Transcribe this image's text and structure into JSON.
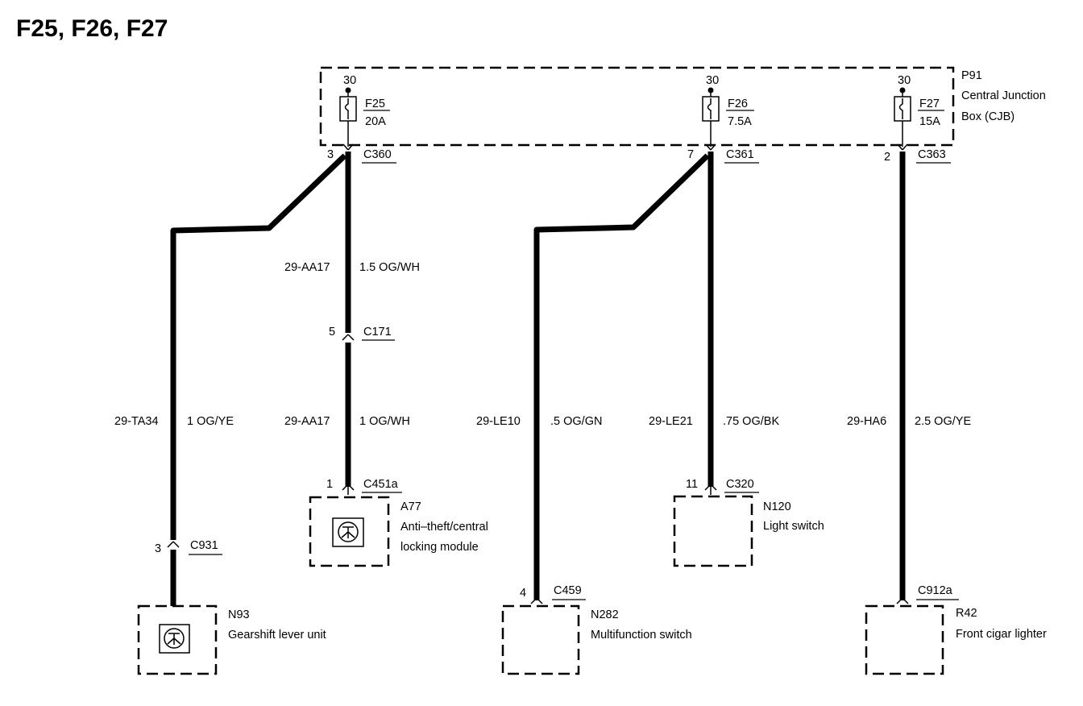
{
  "title": "F25, F26, F27",
  "cjb": {
    "id": "P91",
    "name_line1": "Central Junction",
    "name_line2": "Box (CJB)"
  },
  "fuses": [
    {
      "terminal": "30",
      "id": "F25",
      "rating": "20A",
      "out_pin": "3",
      "out_connector": "C360"
    },
    {
      "terminal": "30",
      "id": "F26",
      "rating": "7.5A",
      "out_pin": "7",
      "out_connector": "C361"
    },
    {
      "terminal": "30",
      "id": "F27",
      "rating": "15A",
      "out_pin": "2",
      "out_connector": "C363"
    }
  ],
  "wires": [
    {
      "circuit": "29-AA17",
      "spec": "1.5 OG/WH"
    },
    {
      "circuit": "29-TA34",
      "spec": "1 OG/YE"
    },
    {
      "circuit": "29-AA17",
      "spec": "1 OG/WH"
    },
    {
      "circuit": "29-LE10",
      "spec": ".5 OG/GN"
    },
    {
      "circuit": "29-LE21",
      "spec": ".75 OG/BK"
    },
    {
      "circuit": "29-HA6",
      "spec": "2.5 OG/YE"
    }
  ],
  "connectors": [
    {
      "pin": "5",
      "id": "C171"
    },
    {
      "pin": "1",
      "id": "C451a"
    },
    {
      "pin": "11",
      "id": "C320"
    },
    {
      "pin": "3",
      "id": "C931"
    },
    {
      "pin": "4",
      "id": "C459"
    },
    {
      "pin": "",
      "id": "C912a"
    }
  ],
  "components": [
    {
      "id": "A77",
      "line1": "Anti–theft/central",
      "line2": "locking module"
    },
    {
      "id": "N120",
      "line1": "Light switch",
      "line2": ""
    },
    {
      "id": "N93",
      "line1": "Gearshift lever unit",
      "line2": ""
    },
    {
      "id": "N282",
      "line1": "Multifunction switch",
      "line2": ""
    },
    {
      "id": "R42",
      "line1": "Front cigar lighter",
      "line2": ""
    }
  ]
}
